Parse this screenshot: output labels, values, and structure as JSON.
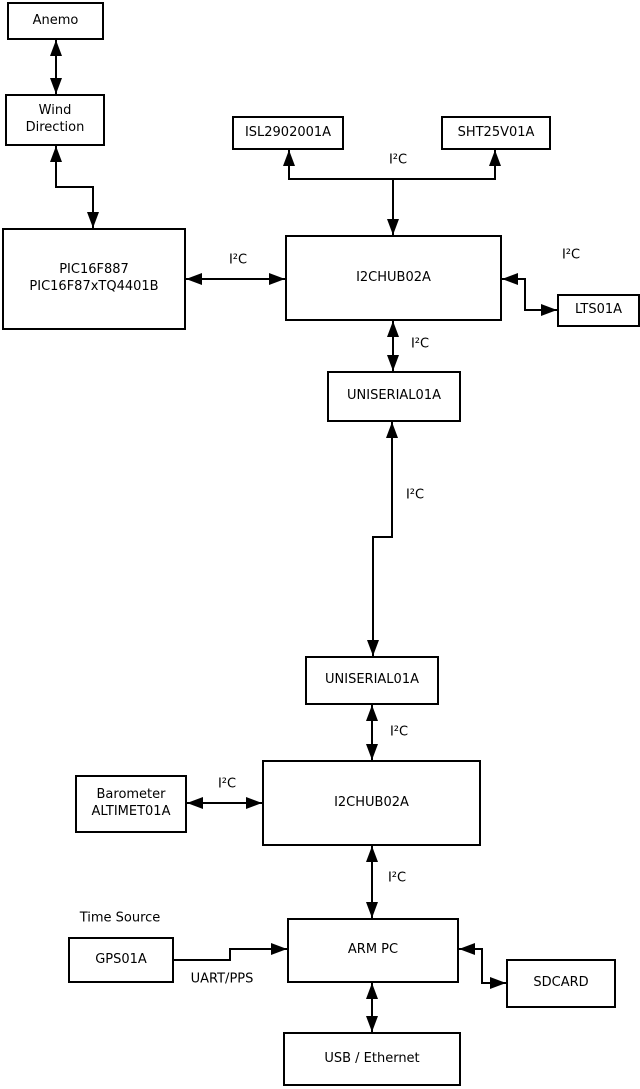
{
  "diagram": {
    "background_color": "#ffffff",
    "line_color": "#000000",
    "nodes": {
      "anemo": {
        "label": "Anemo"
      },
      "wind_direction": {
        "lines": [
          "Wind",
          "Direction"
        ]
      },
      "pic": {
        "lines": [
          "PIC16F887",
          "PIC16F87xTQ4401B"
        ]
      },
      "isl": {
        "label": "ISL2902001A"
      },
      "sht": {
        "label": "SHT25V01A"
      },
      "i2chub_upper": {
        "label": "I2CHUB02A"
      },
      "lts": {
        "label": "LTS01A"
      },
      "uniserial_upper": {
        "label": "UNISERIAL01A"
      },
      "uniserial_lower": {
        "label": "UNISERIAL01A"
      },
      "i2chub_lower": {
        "label": "I2CHUB02A"
      },
      "barometer": {
        "lines": [
          "Barometer",
          "ALTIMET01A"
        ]
      },
      "gps": {
        "label": "GPS01A"
      },
      "arm_pc": {
        "label": "ARM PC"
      },
      "sdcard": {
        "label": "SDCARD"
      },
      "usb_ethernet": {
        "label": "USB / Ethernet"
      }
    },
    "edge_labels": {
      "bus_isl_sht": "I²C",
      "pic_hub": "I²C",
      "hub_lts": "I²C",
      "hub_uniserial": "I²C",
      "uniserial_link": "I²C",
      "uniserial_hub_lower": "I²C",
      "barometer_hub": "I²C",
      "hub_armpc": "I²C",
      "gps_armpc": "UART/PPS",
      "time_source": "Time Source"
    }
  }
}
